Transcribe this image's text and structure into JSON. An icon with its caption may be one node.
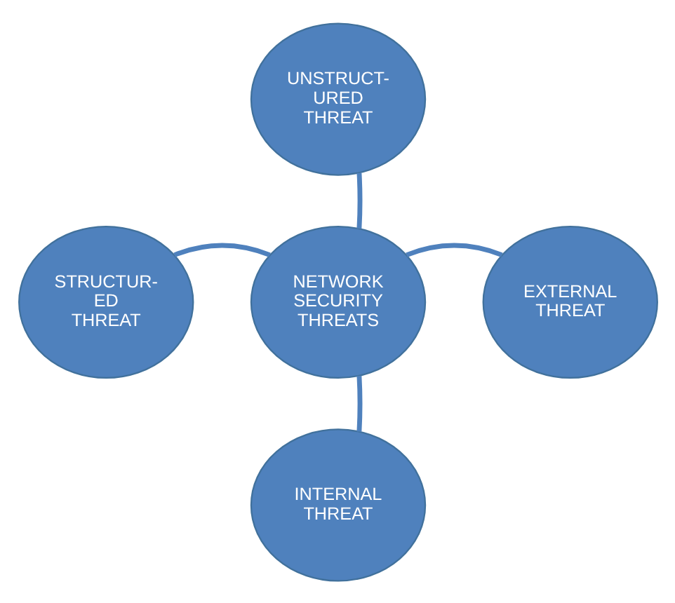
{
  "diagram": {
    "nodes": [
      {
        "text": [
          "UNSTRUCT- URED THREAT"
        ]
      },
      {
        "text": [
          "STRUCTUR- ED THREAT"
        ]
      },
      {
        "text": [
          "NETWORK SECURITY THREATS"
        ]
      },
      {
        "text": [
          "EXTERNAL THREAT"
        ]
      },
      {
        "text": [
          "INTERNAL THREAT"
        ]
      }
    ],
    "edges": [
      {
        "from": 2,
        "to": 0,
        "arrow": "none"
      },
      {
        "from": 2,
        "to": 1,
        "arrow": "none"
      },
      {
        "from": 2,
        "to": 3,
        "arrow": "none"
      },
      {
        "from": 2,
        "to": 4,
        "arrow": "none"
      }
    ]
  }
}
